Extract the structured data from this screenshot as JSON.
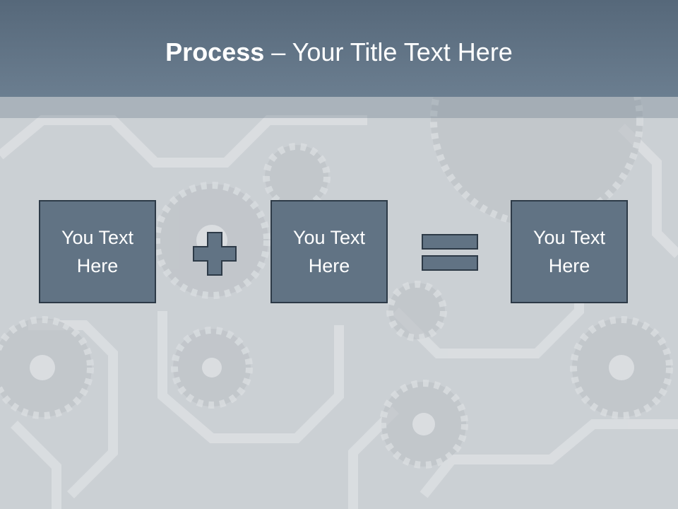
{
  "slide": {
    "title_bold": "Process",
    "title_rest": " – Your Title Text Here",
    "boxes": [
      {
        "text": "You Text Here"
      },
      {
        "text": "You Text Here"
      },
      {
        "text": "You Text Here"
      }
    ],
    "operators": [
      "plus-icon",
      "equals-icon"
    ],
    "colors": {
      "title_bar": "#5f7183",
      "box_fill": "#617384",
      "box_border": "#2d3a47",
      "text": "#ffffff"
    }
  }
}
